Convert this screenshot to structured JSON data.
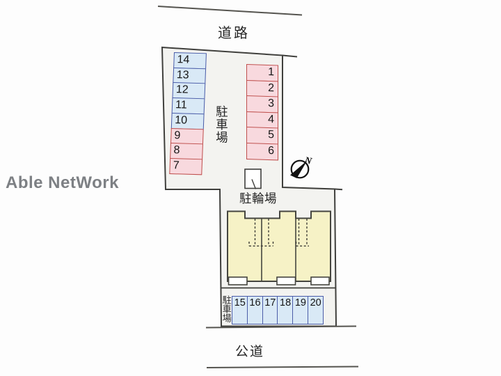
{
  "watermark": "Able NetWork",
  "labels": {
    "top_road": "道路",
    "bottom_road": "公道",
    "parking_lot_upper": "駐車場",
    "parking_lot_lower": "駐車場",
    "bicycle_parking": "駐輪場",
    "compass_north": "N"
  },
  "parking": {
    "left_column": {
      "spaces": [
        {
          "label": "14",
          "color": "blue"
        },
        {
          "label": "13",
          "color": "blue"
        },
        {
          "label": "12",
          "color": "blue"
        },
        {
          "label": "11",
          "color": "blue"
        },
        {
          "label": "10",
          "color": "blue"
        },
        {
          "label": "9",
          "color": "pink"
        },
        {
          "label": "8",
          "color": "pink"
        },
        {
          "label": "7",
          "color": "pink"
        }
      ]
    },
    "right_column": {
      "spaces": [
        {
          "label": "1",
          "color": "pink"
        },
        {
          "label": "2",
          "color": "pink"
        },
        {
          "label": "3",
          "color": "pink"
        },
        {
          "label": "4",
          "color": "pink"
        },
        {
          "label": "5",
          "color": "pink"
        },
        {
          "label": "6",
          "color": "pink"
        }
      ]
    },
    "bottom_row": {
      "spaces": [
        {
          "label": "15",
          "color": "blue"
        },
        {
          "label": "16",
          "color": "blue"
        },
        {
          "label": "17",
          "color": "blue"
        },
        {
          "label": "18",
          "color": "blue"
        },
        {
          "label": "19",
          "color": "blue"
        },
        {
          "label": "20",
          "color": "blue"
        }
      ]
    }
  },
  "building": {
    "unit_count": 3
  },
  "colors": {
    "blue_fill": "#d9e9f6",
    "blue_border": "#4a5ca8",
    "pink_fill": "#f8d9de",
    "pink_border": "#bf4f4d",
    "building_fill": "#f6f2c6",
    "lot_fill": "#f3f3f0",
    "line": "#3f3f3c",
    "road_line": "#55544f",
    "watermark": "#7d8084"
  }
}
